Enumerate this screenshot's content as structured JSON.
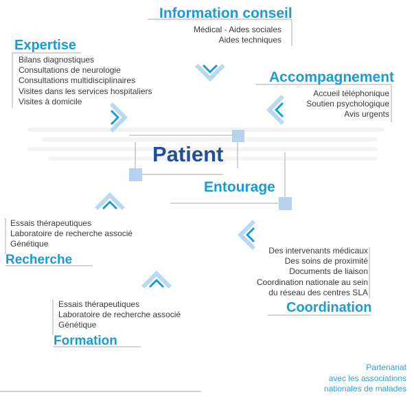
{
  "colors": {
    "heading": "#1a9ad6",
    "patient": "#1f4f9b",
    "text": "#3a3a3a",
    "accent_square": "#b6d2ef",
    "arrow_blue": "#1a9ad6",
    "arrow_light": "#b8d9f1",
    "line": "#aaaaaa",
    "faint_text": "#c8c8c8"
  },
  "center": {
    "patient": "Patient",
    "entourage": "Entourage"
  },
  "sections": {
    "information_conseil": {
      "title": "Information conseil",
      "items": [
        "Médical - Aides sociales",
        "Aides techniques"
      ]
    },
    "expertise": {
      "title": "Expertise",
      "items": [
        "Bilans diagnostiques",
        "Consultations de neurologie",
        "Consultations multidisciplinaires",
        "Visites dans les services hospitaliers",
        "Visites à domicile"
      ]
    },
    "accompagnement": {
      "title": "Accompagnement",
      "items": [
        "Accueil téléphonique",
        "Soutien psychologique",
        "Avis urgents"
      ]
    },
    "recherche": {
      "title": "Recherche",
      "items": [
        "Essais thérapeutiques",
        "Laboratoire de recherche associé",
        "Génétique"
      ]
    },
    "coordination": {
      "title": "Coordination",
      "items": [
        "Des intervenants médicaux",
        "Des soins de proximité",
        "Documents de liaison",
        "Coordination nationale au sein",
        "du réseau des centres SLA"
      ]
    },
    "formation": {
      "title": "Formation",
      "items": [
        "Essais thérapeutiques",
        "Laboratoire de recherche associé",
        "Génétique"
      ]
    }
  },
  "partnership": {
    "lines": [
      "Partenariat",
      "avec les associations",
      "nationales de malades"
    ]
  },
  "arrow_icon": "chevron-arrow-icon",
  "square_icon": "square-icon"
}
